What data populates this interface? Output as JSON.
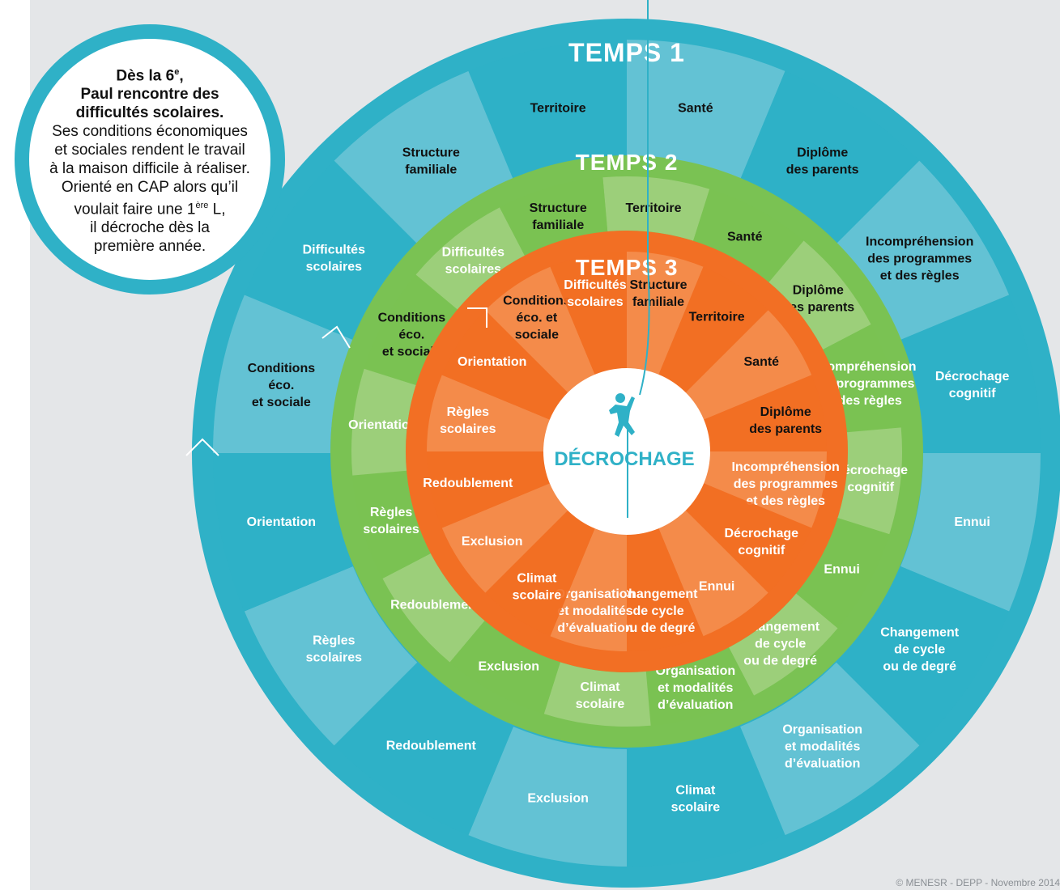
{
  "bubble": {
    "lines_bold": [
      "Dès la 6e,",
      "Paul rencontre des",
      "difficultés scolaires."
    ],
    "lines": [
      "Ses conditions économiques",
      "et sociales rendent le travail",
      "à la maison difficile à réaliser.",
      "Orienté en CAP alors qu’il",
      "voulait faire une 1ère L,",
      "il décroche dès la",
      "première année."
    ]
  },
  "center_label": "DÉCROCHAGE",
  "climber_icon": "climber-icon",
  "colors": {
    "background": "#e4e6e8",
    "temps1": "#2fb1c7",
    "temps1_light": "#63c2d4",
    "temps2": "#7ac253",
    "temps2_light": "#9ccf7a",
    "temps3": "#f26f24",
    "temps3_light": "#f48b4a",
    "center": "#ffffff",
    "center_text": "#2fb1c7",
    "rope": "#2fb1c7"
  },
  "rings": [
    {
      "id": "temps1",
      "title": "TEMPS 1",
      "items": [
        {
          "text": "Santé",
          "dark": true
        },
        {
          "text": "Diplôme\ndes parents",
          "dark": true
        },
        {
          "text": "Incompréhension\ndes programmes\net des règles",
          "dark": true
        },
        {
          "text": "Décrochage\ncognitif",
          "dark": false
        },
        {
          "text": "Ennui",
          "dark": false
        },
        {
          "text": "Changement\nde cycle\nou de degré",
          "dark": false
        },
        {
          "text": "Organisation\net modalités\nd’évaluation",
          "dark": false
        },
        {
          "text": "Climat\nscolaire",
          "dark": false
        },
        {
          "text": "Exclusion",
          "dark": false
        },
        {
          "text": "Redoublement",
          "dark": false
        },
        {
          "text": "Règles\nscolaires",
          "dark": false
        },
        {
          "text": "Orientation",
          "dark": false
        },
        {
          "text": "Conditions\néco.\net sociale",
          "dark": true
        },
        {
          "text": "Difficultés\nscolaires",
          "dark": false
        },
        {
          "text": "Structure\nfamiliale",
          "dark": true
        },
        {
          "text": "Territoire",
          "dark": true
        }
      ]
    },
    {
      "id": "temps2",
      "title": "TEMPS 2",
      "items": [
        {
          "text": "Territoire",
          "dark": true
        },
        {
          "text": "Santé",
          "dark": true
        },
        {
          "text": "Diplôme\ndes parents",
          "dark": true
        },
        {
          "text": "Incompréhension\ndes programmes\net des règles",
          "dark": false
        },
        {
          "text": "Décrochage\ncognitif",
          "dark": false
        },
        {
          "text": "Ennui",
          "dark": false
        },
        {
          "text": "Changement\nde cycle\nou de degré",
          "dark": false
        },
        {
          "text": "Organisation\net modalités\nd’évaluation",
          "dark": false
        },
        {
          "text": "Climat\nscolaire",
          "dark": false
        },
        {
          "text": "Exclusion",
          "dark": false
        },
        {
          "text": "Redoublement",
          "dark": false
        },
        {
          "text": "Règles\nscolaires",
          "dark": false
        },
        {
          "text": "Orientation",
          "dark": false
        },
        {
          "text": "Conditions\néco.\net sociale",
          "dark": true
        },
        {
          "text": "Difficultés\nscolaires",
          "dark": false
        },
        {
          "text": "Structure\nfamiliale",
          "dark": true
        }
      ]
    },
    {
      "id": "temps3",
      "title": "TEMPS 3",
      "items": [
        {
          "text": "Structure\nfamiliale",
          "dark": true
        },
        {
          "text": "Territoire",
          "dark": true
        },
        {
          "text": "Santé",
          "dark": true
        },
        {
          "text": "Diplôme\ndes parents",
          "dark": true
        },
        {
          "text": "Incompréhension\ndes programmes\net des règles",
          "dark": false
        },
        {
          "text": "Décrochage\ncognitif",
          "dark": false
        },
        {
          "text": "Ennui",
          "dark": false
        },
        {
          "text": "Changement\nde cycle\nou de degré",
          "dark": false
        },
        {
          "text": "Organisation\net modalités\nd’évaluation",
          "dark": false
        },
        {
          "text": "Climat\nscolaire",
          "dark": false
        },
        {
          "text": "Exclusion",
          "dark": false
        },
        {
          "text": "Redoublement",
          "dark": false
        },
        {
          "text": "Règles\nscolaires",
          "dark": false
        },
        {
          "text": "Orientation",
          "dark": false
        },
        {
          "text": "Conditions\néco. et\nsociale",
          "dark": true
        },
        {
          "text": "Difficultés\nscolaires",
          "dark": false
        }
      ]
    }
  ],
  "copyright": "© MENESR - DEPP - Novembre 2014"
}
